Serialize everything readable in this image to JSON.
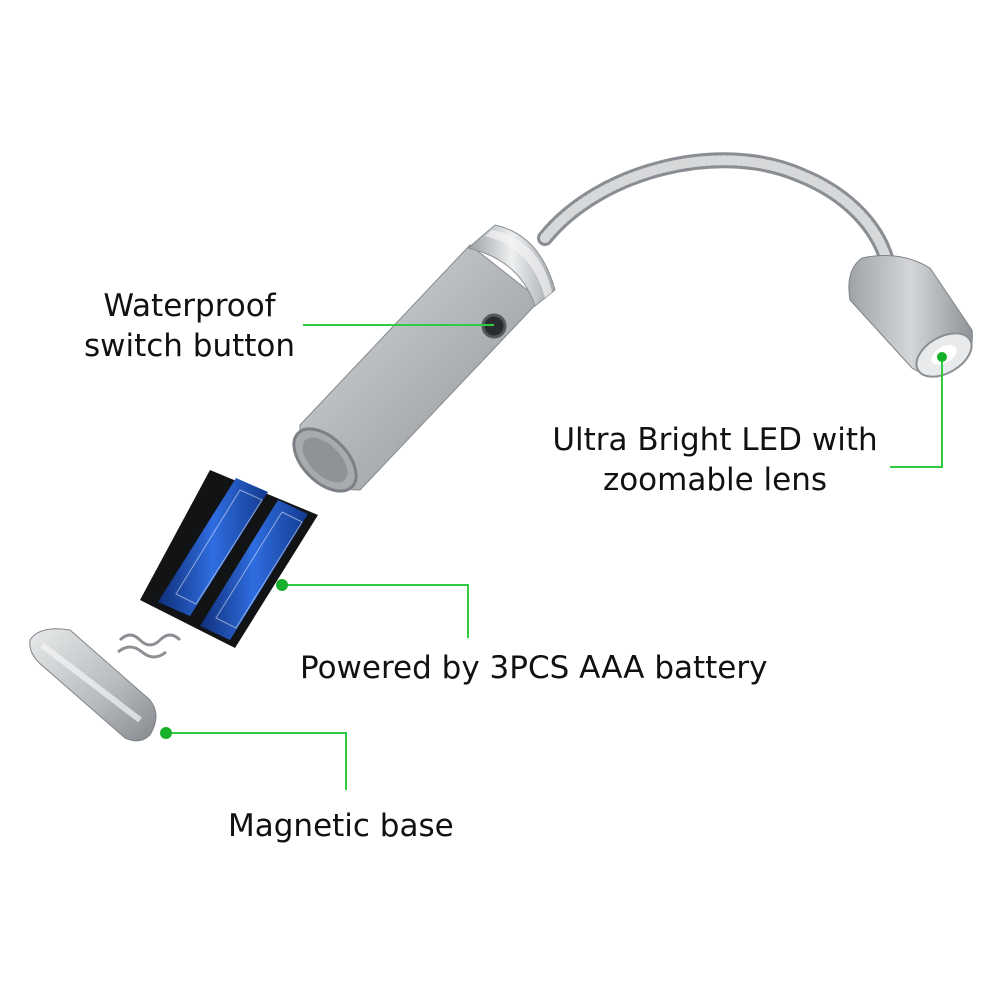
{
  "callouts": {
    "switch": {
      "line1": "Waterproof",
      "line2": "switch button"
    },
    "led": {
      "line1": "Ultra Bright LED with",
      "line2": "zoomable lens"
    },
    "battery": {
      "text": "Powered by 3PCS AAA battery"
    },
    "base": {
      "text": "Magnetic base"
    }
  },
  "colors": {
    "callout_line": "#2ecc40",
    "callout_dot": "#17b02a",
    "metal": "#b9bcbf",
    "battery_blue": "#1f4fb5"
  }
}
